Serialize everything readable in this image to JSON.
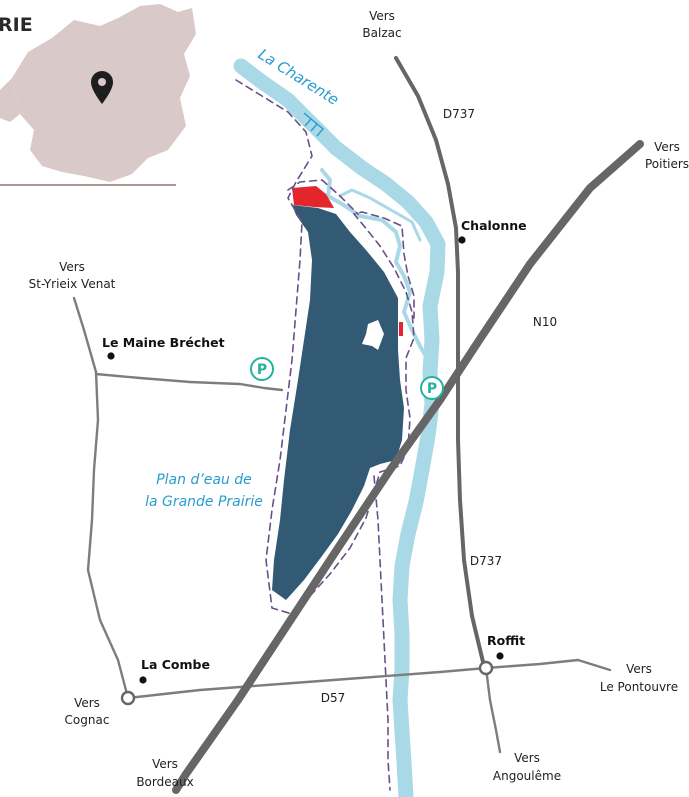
{
  "inset": {
    "title_fragment": "RIE",
    "fill_color": "#d9c9c8",
    "marker_color": "#1e1e1e"
  },
  "colors": {
    "river": "#a9d9e6",
    "lake": "#335a75",
    "main_road": "#666666",
    "minor_road": "#7d7d7d",
    "trail": "#6b4f8a",
    "beach": "#e3262b",
    "parking": "#22b3a0",
    "label_blue": "#2a9ccf"
  },
  "labels": {
    "river_name": "La Charente",
    "lake_line1": "Plan d’eau de",
    "lake_line2": "la Grande Prairie",
    "vers_balzac_1": "Vers",
    "vers_balzac_2": "Balzac",
    "vers_poitiers_1": "Vers",
    "vers_poitiers_2": "Poitiers",
    "vers_st_yrieix_1": "Vers",
    "vers_st_yrieix_2": "St-Yrieix Venat",
    "vers_le_pontouvre_1": "Vers",
    "vers_le_pontouvre_2": "Le Pontouvre",
    "vers_cognac_1": "Vers",
    "vers_cognac_2": "Cognac",
    "vers_bordeaux_1": "Vers",
    "vers_bordeaux_2": "Bordeaux",
    "vers_angouleme_1": "Vers",
    "vers_angouleme_2": "Angoulême",
    "road_d737_north": "D737",
    "road_d737_south": "D737",
    "road_n10": "N10",
    "road_d57": "D57"
  },
  "places": {
    "chalonne": "Chalonne",
    "le_maine_brechet": "Le Maine Bréchet",
    "la_combe": "La Combe",
    "roffit": "Roffit"
  },
  "parking": {
    "symbol": "P"
  }
}
